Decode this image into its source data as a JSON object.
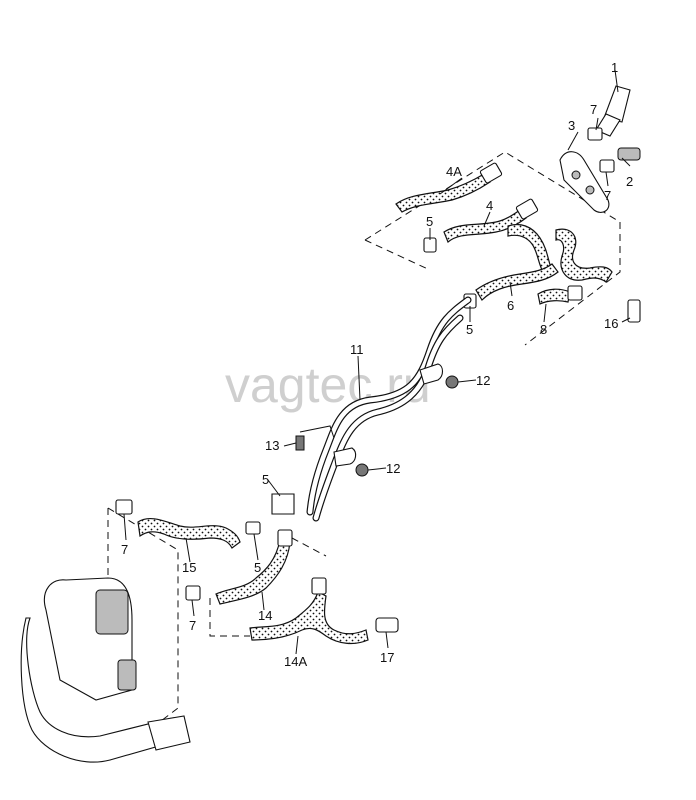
{
  "watermark": "vagtec.ru",
  "callouts": {
    "c1": "1",
    "c2": "2",
    "c3": "3",
    "c4": "4",
    "c4a": "4A",
    "c5a": "5",
    "c5b": "5",
    "c5c": "5",
    "c5d": "5",
    "c6": "6",
    "c7a": "7",
    "c7b": "7",
    "c7c": "7",
    "c7d": "7",
    "c8": "8",
    "c11": "11",
    "c12a": "12",
    "c12b": "12",
    "c13": "13",
    "c14": "14",
    "c14a": "14A",
    "c15": "15",
    "c16": "16",
    "c17": "17"
  },
  "colors": {
    "line": "#111111",
    "watermark": "#cfcfcf",
    "background": "#ffffff"
  }
}
